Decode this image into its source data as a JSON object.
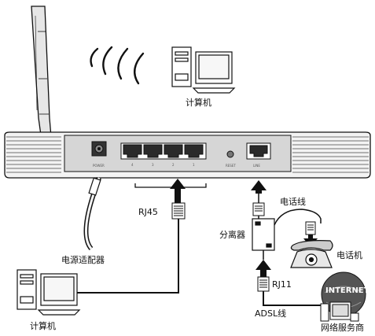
{
  "labels": {
    "computer_top": "计算机",
    "computer_bottom": "计算机",
    "rj45": "RJ45",
    "power_adapter": "电源适配器",
    "phone_line": "电话线",
    "splitter": "分离器",
    "telephone": "电话机",
    "rj11": "RJ11",
    "adsl_line": "ADSL线",
    "isp": "网络服务商",
    "internet": "INTERNET"
  },
  "colors": {
    "ink": "#111111",
    "body_fill": "#f2f2f2",
    "panel_fill": "#d9d9d9",
    "dark": "#333333"
  },
  "icons": [
    "antenna-icon",
    "wireless-signal-icon",
    "computer-icon",
    "telephone-icon",
    "splitter-icon",
    "rj45-plug-icon",
    "rj11-plug-icon",
    "internet-cloud-icon",
    "arrow-up-icon",
    "arrow-down-icon"
  ]
}
